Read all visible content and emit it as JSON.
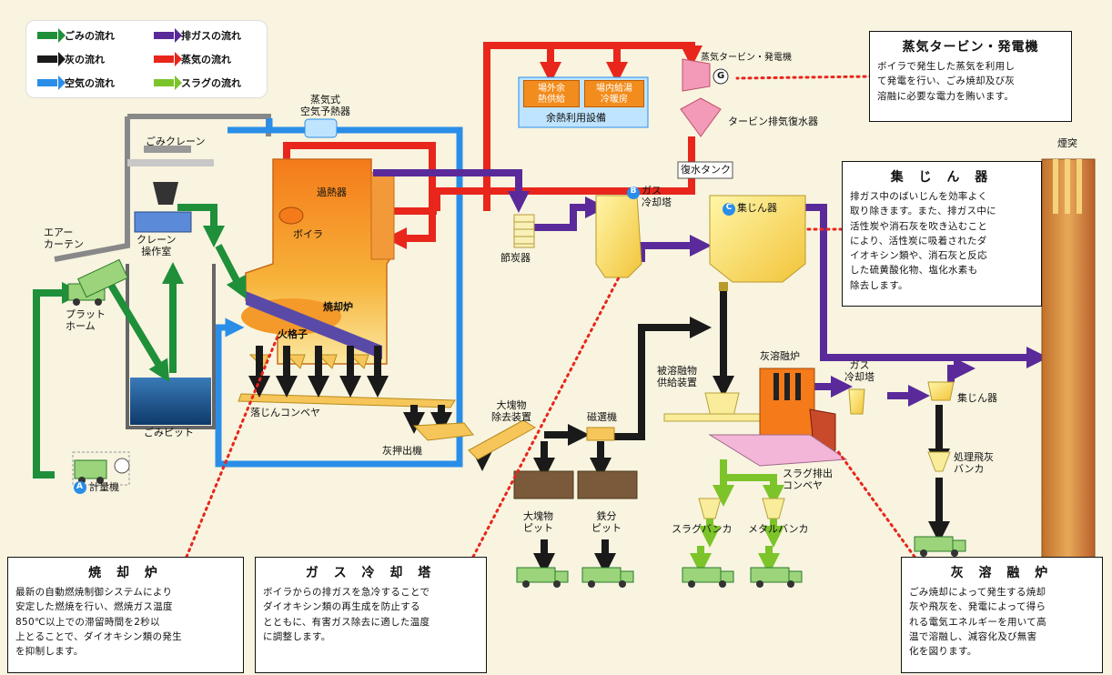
{
  "legend": {
    "items": [
      {
        "label": "ごみの流れ",
        "color": "#1f8f3a"
      },
      {
        "label": "排ガスの流れ",
        "color": "#5a2a9a"
      },
      {
        "label": "灰の流れ",
        "color": "#1a1a1a"
      },
      {
        "label": "蒸気の流れ",
        "color": "#e8261c"
      },
      {
        "label": "空気の流れ",
        "color": "#2a8ee8"
      },
      {
        "label": "スラグの流れ",
        "color": "#7cc42a"
      }
    ]
  },
  "labels": {
    "steam_air_preheater": "蒸気式\n空気予熱器",
    "garbage_crane": "ごみクレーン",
    "air_curtain": "エアー\nカーテン",
    "crane_room": "クレーン\n操作室",
    "platform": "プラット\nホーム",
    "garbage_pit": "ごみピット",
    "weighing_machine": "計量機",
    "weighing_tag": "A",
    "superheater": "過熱器",
    "boiler": "ボイラ",
    "incinerator": "焼却炉",
    "fire_grate": "火格子",
    "drop_conveyor": "落じんコンベヤ",
    "ash_extruder": "灰押出機",
    "economizer": "節炭器",
    "gas_cooling_tower_b": "ガス\n冷却塔",
    "gas_cooling_tower_b_tag": "B",
    "dust_collector_c": "集じん器",
    "dust_collector_c_tag": "C",
    "chimney": "煙突",
    "outside_heat": "場外余\n熱供給",
    "inside_heat": "場内給湯\n冷暖房",
    "waste_heat_equipment": "余熱利用設備",
    "turbine_generator": "蒸気タービン・発電機",
    "generator_symbol": "G",
    "turbine_condenser": "タービン排気復水器",
    "condensate_tank": "復水タンク",
    "bulky_removal": "大塊物\n除去装置",
    "magnetic_separator": "磁選機",
    "bulky_pit": "大塊物\nピット",
    "iron_pit": "鉄分\nピット",
    "melt_feeder": "被溶融物\n供給装置",
    "ash_melting_furnace": "灰溶融炉",
    "gas_cooling_tower_2": "ガス\n冷却塔",
    "dust_collector_2": "集じん器",
    "fly_ash_bunker": "処理飛灰\nバンカ",
    "slag_conveyor": "スラグ排出\nコンベヤ",
    "slag_bunker": "スラグバンカ",
    "metal_bunker": "メタルバンカ"
  },
  "callouts": {
    "turbine": {
      "title": "蒸気タービン・発電機",
      "body": "ボイラで発生した蒸気を利用し\nて発電を行い、ごみ焼却及び灰\n溶融に必要な電力を賄います。"
    },
    "dust": {
      "title": "集 じ ん 器",
      "body": "排ガス中のばいじんを効率よく\n取り除きます。また、排ガス中に\n活性炭や消石灰を吹き込むこと\nにより、活性炭に吸着されたダ\nイオキシン類や、消石灰と反応\nした硫黄酸化物、塩化水素も\n除去します。"
    },
    "incinerator": {
      "title": "焼 却 炉",
      "body": "最新の自動燃焼制御システムにより\n安定した燃焼を行い、燃焼ガス温度\n850℃以上での滞留時間を2秒以\n上とることで、ダイオキシン類の発生\nを抑制します。"
    },
    "gas_cooling": {
      "title": "ガ ス 冷 却 塔",
      "body": "ボイラからの排ガスを急冷することで\nダイオキシン類の再生成を防止する\nとともに、有害ガス除去に適した温度\nに調整します。"
    },
    "ash_melting": {
      "title": "灰 溶 融 炉",
      "body": "ごみ焼却によって発生する焼却\n灰や飛灰を、発電によって得ら\nれる電気エネルギーを用いて高\n温で溶融し、減容化及び無害\n化を図ります。"
    }
  }
}
